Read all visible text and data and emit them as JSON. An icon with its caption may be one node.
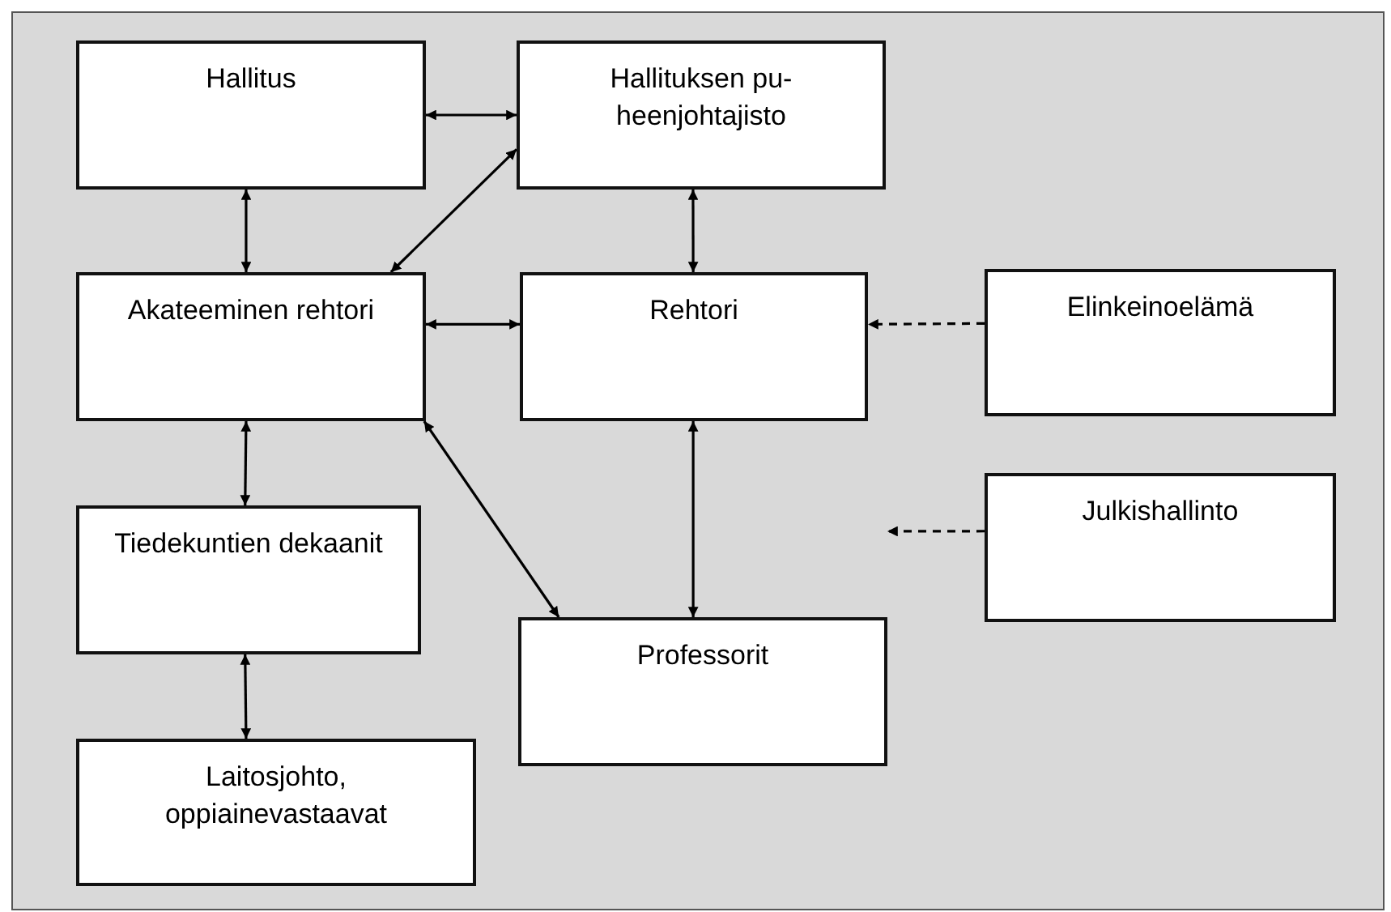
{
  "diagram": {
    "nodes": [
      {
        "text": [
          "Hallitus"
        ]
      },
      {
        "text": [
          "Hallituksen pu- heenjohtajisto"
        ]
      },
      {
        "text": [
          "Akateeminen rehtori"
        ]
      },
      {
        "text": [
          "Rehtori"
        ]
      },
      {
        "text": [
          "Elinkeinoelämä"
        ]
      },
      {
        "text": [
          "Tiedekuntien dekaanit"
        ]
      },
      {
        "text": [
          "Professorit"
        ]
      },
      {
        "text": [
          "Julkishallinto"
        ]
      },
      {
        "text": [
          "Laitosjohto, oppiainevastaavat"
        ]
      }
    ],
    "edges": [
      {
        "from": 0,
        "to": 1,
        "arrow": "both"
      },
      {
        "from": 0,
        "to": 2,
        "arrow": "both"
      },
      {
        "from": 1,
        "to": 2,
        "arrow": "both"
      },
      {
        "from": 1,
        "to": 3,
        "arrow": "both"
      },
      {
        "from": 2,
        "to": 3,
        "arrow": "both"
      },
      {
        "from": 4,
        "to": 3,
        "arrow": "to",
        "style": "dashed"
      },
      {
        "from": 7,
        "to": null,
        "arrow": "to",
        "style": "dashed"
      },
      {
        "from": 2,
        "to": 5,
        "arrow": "both"
      },
      {
        "from": 2,
        "to": 6,
        "arrow": "both"
      },
      {
        "from": 3,
        "to": 6,
        "arrow": "both"
      },
      {
        "from": 5,
        "to": 8,
        "arrow": "both"
      }
    ]
  }
}
